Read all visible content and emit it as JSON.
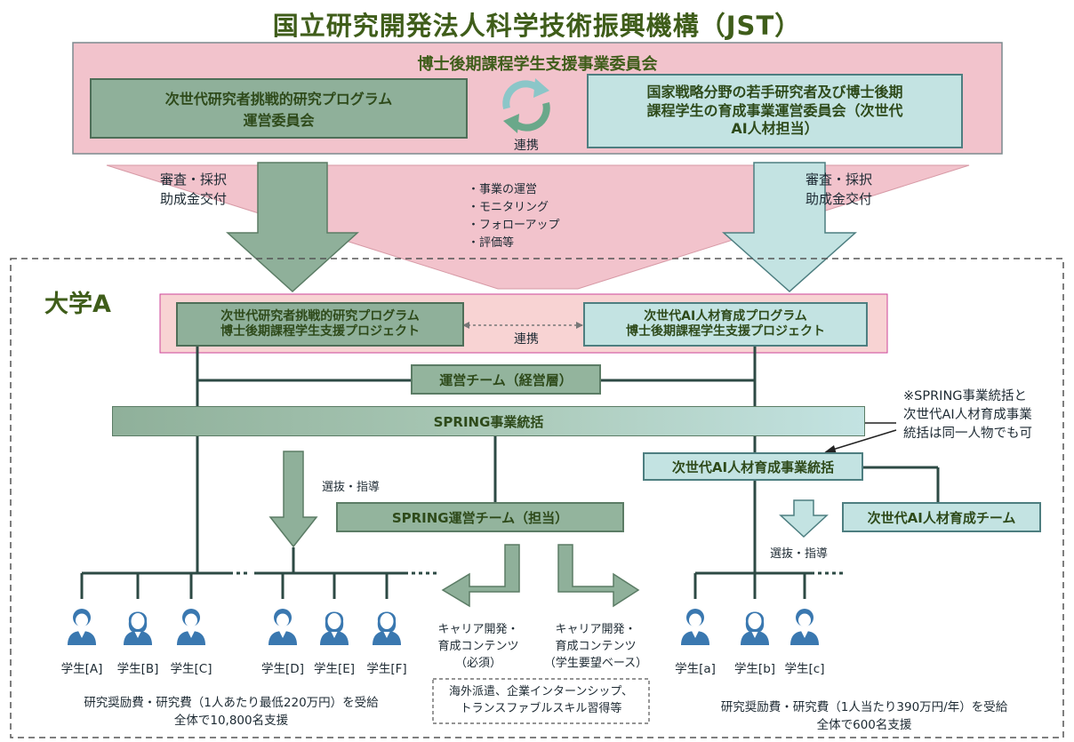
{
  "title": "国立研究開発法人科学技術振興機構（JST）",
  "committee": {
    "title": "博士後期課程学生支援事業委員会",
    "left_box": "次世代研究者挑戦的研究プログラム\n運営委員会",
    "right_box": "国家戦略分野の若手研究者及び博士後期\n課程学生の育成事業運営委員会（次世代\nAI人材担当）",
    "link_label": "連携"
  },
  "funding_left": "審査・採択\n助成金交付",
  "funding_right": "審査・採択\n助成金交付",
  "jst_roles": [
    "・事業の運営",
    "・モニタリング",
    "・フォローアップ",
    "・評価等"
  ],
  "university": {
    "label": "大学A",
    "project_left": "次世代研究者挑戦的研究プログラム\n博士後期課程学生支援プロジェクト",
    "project_right": "次世代AI人材育成プログラム\n博士後期課程学生支援プロジェクト",
    "project_link_label": "連携",
    "mgmt_team": "運営チーム（経営層）",
    "spring_overall": "SPRING事業統括",
    "note": "※SPRING事業統括と\n次世代AI人材育成事業\n統括は同一人物でも可",
    "ai_overall": "次世代AI人材育成事業統括",
    "ai_team": "次世代AI人材育成チーム",
    "spring_team": "SPRING運営チーム（担当）",
    "select_guide_left": "選抜・指導",
    "select_guide_right": "選抜・指導",
    "career_left": "キャリア開発・\n育成コンテンツ\n（必須）",
    "career_right": "キャリア開発・\n育成コンテンツ\n（学生要望ベース）",
    "overseas": "海外派遣、企業インターンシップ、\nトランスファブルスキル習得等",
    "students_left": [
      "学生[A]",
      "学生[B]",
      "学生[C]",
      "学生[D]",
      "学生[E]",
      "学生[F]"
    ],
    "students_right": [
      "学生[a]",
      "学生[b]",
      "学生[c]"
    ],
    "support_left": "研究奨励費・研究費（1人あたり最低220万円）を受給\n全体で10,800名支援",
    "support_right": "研究奨励費・研究費（1人当たり390万円/年）を受給\n全体で600名支援"
  },
  "colors": {
    "pink_panel": "#f2c3cc",
    "green_box": "#8fb09a",
    "teal_box": "#c3e3e2",
    "olive_text": "#45621f",
    "person_icon": "#3a78b0"
  }
}
